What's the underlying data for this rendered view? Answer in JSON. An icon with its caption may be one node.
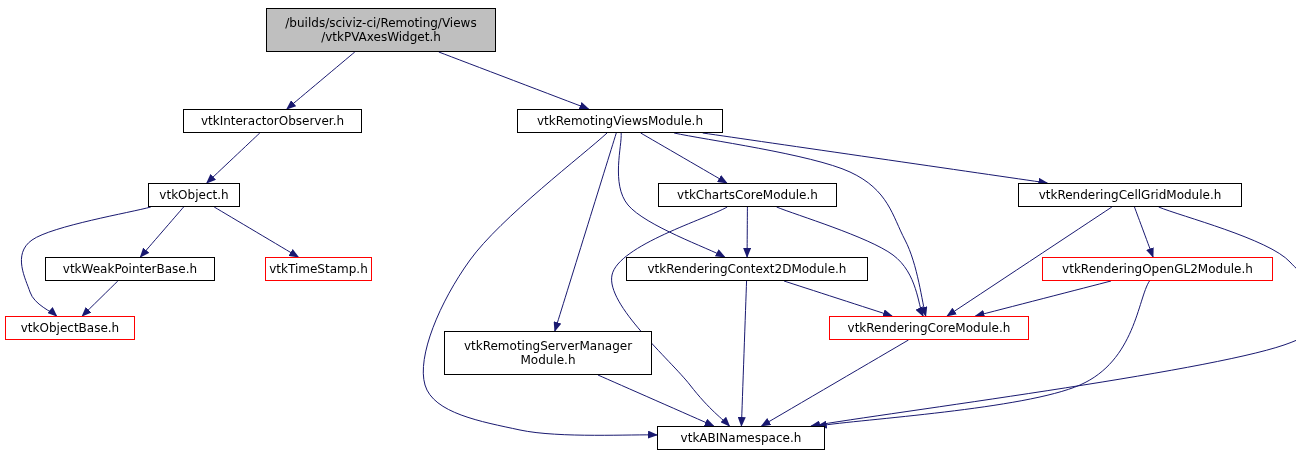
{
  "diagram": {
    "nodes": [
      {
        "text": [
          "/builds/sciviz-ci/Remoting/Views /vtkPVAxesWidget.h"
        ]
      },
      {
        "text": [
          "vtkInteractorObserver.h"
        ]
      },
      {
        "text": [
          "vtkRemotingViewsModule.h"
        ]
      },
      {
        "text": [
          "vtkObject.h"
        ]
      },
      {
        "text": [
          "vtkChartsCoreModule.h"
        ]
      },
      {
        "text": [
          "vtkRenderingCellGridModule.h"
        ]
      },
      {
        "text": [
          "vtkWeakPointerBase.h"
        ]
      },
      {
        "text": [
          "vtkTimeStamp.h"
        ]
      },
      {
        "text": [
          "vtkRenderingContext2DModule.h"
        ]
      },
      {
        "text": [
          "vtkRenderingOpenGL2Module.h"
        ]
      },
      {
        "text": [
          "vtkObjectBase.h"
        ]
      },
      {
        "text": [
          "vtkRemotingServerManager Module.h"
        ]
      },
      {
        "text": [
          "vtkRenderingCoreModule.h"
        ]
      },
      {
        "text": [
          "vtkABINamespace.h"
        ]
      }
    ],
    "edges": [
      {
        "from": 0,
        "to": 1,
        "arrow": "to"
      },
      {
        "from": 0,
        "to": 2,
        "arrow": "to"
      },
      {
        "from": 1,
        "to": 3,
        "arrow": "to"
      },
      {
        "from": 3,
        "to": 6,
        "arrow": "to"
      },
      {
        "from": 3,
        "to": 7,
        "arrow": "to"
      },
      {
        "from": 3,
        "to": 10,
        "arrow": "to"
      },
      {
        "from": 6,
        "to": 10,
        "arrow": "to"
      },
      {
        "from": 2,
        "to": 13,
        "arrow": "to"
      },
      {
        "from": 2,
        "to": 11,
        "arrow": "to"
      },
      {
        "from": 2,
        "to": 8,
        "arrow": "to"
      },
      {
        "from": 2,
        "to": 4,
        "arrow": "to"
      },
      {
        "from": 2,
        "to": 12,
        "arrow": "to"
      },
      {
        "from": 2,
        "to": 5,
        "arrow": "to"
      },
      {
        "from": 4,
        "to": 13,
        "arrow": "to"
      },
      {
        "from": 4,
        "to": 8,
        "arrow": "to"
      },
      {
        "from": 4,
        "to": 12,
        "arrow": "to"
      },
      {
        "from": 5,
        "to": 12,
        "arrow": "to"
      },
      {
        "from": 5,
        "to": 9,
        "arrow": "to"
      },
      {
        "from": 5,
        "to": 13,
        "arrow": "to"
      },
      {
        "from": 8,
        "to": 12,
        "arrow": "to"
      },
      {
        "from": 8,
        "to": 13,
        "arrow": "to"
      },
      {
        "from": 9,
        "to": 12,
        "arrow": "to"
      },
      {
        "from": 9,
        "to": 13,
        "arrow": "to"
      },
      {
        "from": 11,
        "to": 13,
        "arrow": "to"
      },
      {
        "from": 12,
        "to": 13,
        "arrow": "to"
      }
    ]
  }
}
